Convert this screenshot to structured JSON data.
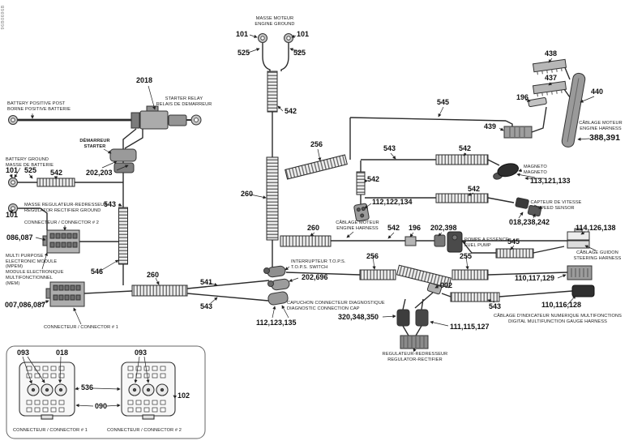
{
  "sheet_code": "96B0696B",
  "colors": {
    "line": "#2b2b2b",
    "label": "#111111",
    "connector_light": "#b8b8b8",
    "connector_mid": "#8f8f8f",
    "connector_dark": "#3a3a3a",
    "tube_fill": "#ededed"
  },
  "part_numbers": {
    "starter_relay": "2018",
    "ground_terminal_left": "101",
    "ground_terminal_right": "101",
    "ground_sleeve_left": "525",
    "ground_sleeve_right": "525",
    "tube_top_center": "542",
    "tube_diagonal_upper": "256",
    "tube_center_vertical": "260",
    "wire_543_mid": "543",
    "tube_542_mid": "542",
    "wire_545_top": "545",
    "tube_542_small": "542",
    "connector_112_122_134": "112,122,134",
    "tube_260_mid": "260",
    "wire_542_mid2": "542",
    "grommet_196_mid": "196",
    "connector_202_398": "202,398",
    "grommet_196_right": "196",
    "comb_438": "438",
    "comb_437": "437",
    "blade_440": "440",
    "connector_439": "439",
    "harness_388_391": "388,391",
    "connector_magneto": "113,121,133",
    "tube_542_lower": "542",
    "connector_speed_sensor": "018,238,242",
    "connector_114_126_138": "114,126,138",
    "tube_545_right": "545",
    "connector_110_117_129": "110,117,129",
    "connector_110_116_128": "110,116,128",
    "tube_543_right": "543",
    "tube_256_lower": "256",
    "tube_255": "255",
    "junction_002": "002",
    "regulator_connector_left": "320,348,350",
    "regulator_connector_right": "111,115,127",
    "starter_connectors": "202,203",
    "battery_ground_terminal": "101",
    "battery_ground_sleeve": "525",
    "tube_542_left": "542",
    "ground_terminal_2": "101",
    "wire_543_left": "543",
    "connector_086_087": "086,087",
    "tube_546": "546",
    "tube_260_left": "260",
    "connector_007_086_087": "007,086,087",
    "wire_541": "541",
    "wire_543_lower": "543",
    "tops_connectors": "202,696",
    "diag_connectors": "112,123,135",
    "inset_093_left": "093",
    "inset_018": "018",
    "inset_093_right": "093",
    "inset_536": "536",
    "inset_090": "090",
    "inset_102": "102"
  },
  "captions": {
    "engine_ground": [
      "MASSE MOTEUR",
      "ENGINE GROUND"
    ],
    "battery_positive": [
      "BATTERY POSITIVE POST",
      "BORNE POSITIVE BATTERIE"
    ],
    "starter_relay": [
      "STARTER RELAY",
      "RELAIS DE DEMARREUR"
    ],
    "starter": [
      "DÉMARREUR",
      "STARTER"
    ],
    "battery_ground": [
      "BATTERY GROUND",
      "MASSE DE BATTERIE"
    ],
    "regulator_ground": [
      "MASSE REGULATEUR-REDRESSEUR",
      "REGULATOR RECTIFIER GROUND"
    ],
    "connector_2": [
      "CONNECTEUR / CONNECTOR # 2"
    ],
    "mpem": [
      "MULTI PURPOSE",
      "ELECTRONIC MODULE",
      "(MPEM)",
      "MODULE ELECTRONIQUE",
      "MULTIFONCTIONNEL",
      "(MEM)"
    ],
    "connector_1": [
      "CONNECTEUR / CONNECTOR # 1"
    ],
    "engine_harness_center": [
      "CÂBLAGE MOTEUR",
      "ENGINE HARNESS"
    ],
    "tops_switch": [
      "INTERRUPTEUR T.O.P.S.",
      "T.O.P.S. SWITCH"
    ],
    "diag_cap": [
      "CAPUCHON CONNECTEUR DIAGNOSTIQUE",
      "DIAGNOSTIC CONNECTION CAP"
    ],
    "fuel_pump": [
      "POMPE A ESSENCE",
      "FUEL PUMP"
    ],
    "magneto": [
      "MAGNETO",
      "MAGNETO"
    ],
    "speed_sensor": [
      "CAPTEUR DE VITESSE",
      "SPEED SENSOR"
    ],
    "engine_harness_right": [
      "CÂBLAGE MOTEUR",
      "ENGINE HARNESS"
    ],
    "steering_harness": [
      "CÂBLAGE GUIDON",
      "STEERING HARNESS"
    ],
    "gauge_harness": [
      "CÂBLAGE D'INDICATEUR NUMERIQUE MULTIFONCTIONS",
      "DIGITAL MULTIFUNCTION GAUGE HARNESS"
    ],
    "regulator": [
      "REGULATEUR-REDRESSEUR",
      "REGULATOR-RECTIFIER"
    ],
    "inset_connector_1": [
      "CONNECTEUR / CONNECTOR # 1"
    ],
    "inset_connector_2": [
      "CONNECTEUR / CONNECTOR # 2"
    ]
  }
}
